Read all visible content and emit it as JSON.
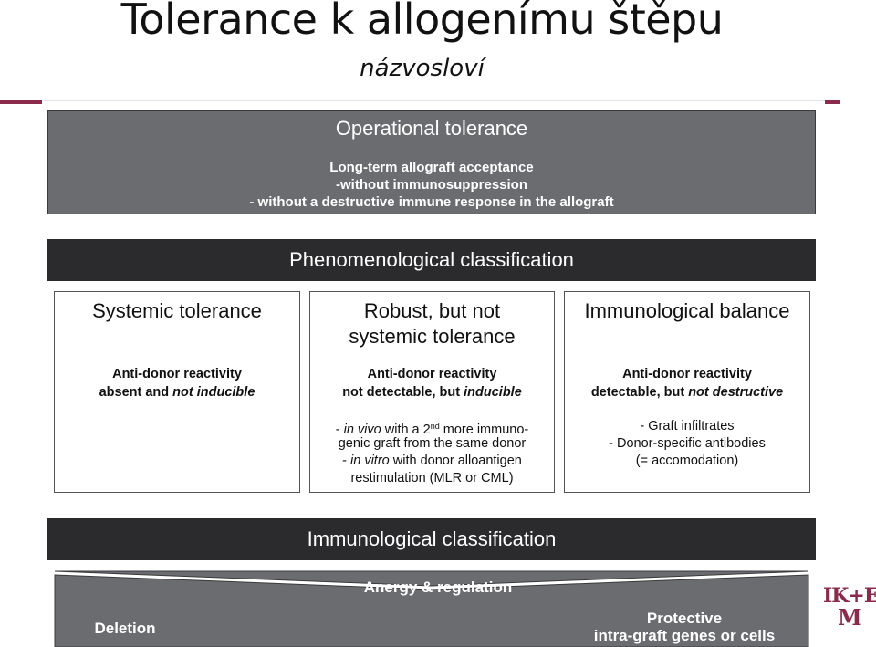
{
  "slide": {
    "title": "Tolerance k allogenímu štěpu",
    "subtitle": "názvosloví"
  },
  "operational": {
    "title": "Operational tolerance",
    "lines": [
      "Long-term allograft acceptance",
      "-without immunosuppression",
      "- without a destructive immune response in the allograft"
    ]
  },
  "phenomenological": {
    "header": "Phenomenological classification",
    "systemic": {
      "title": "Systemic tolerance",
      "bold1": "Anti-donor reactivity",
      "bold2_a": "absent and ",
      "bold2_b": "not inducible"
    },
    "robust": {
      "title_1": "Robust, but not",
      "title_2": "systemic tolerance",
      "bold1": "Anti-donor reactivity",
      "bold2_a": "not detectable, but ",
      "bold2_b": "inducible",
      "l1_a": "- ",
      "l1_b": "in vivo",
      "l1_c": " with a 2",
      "l1_sup": "nd",
      "l1_d": " more immuno-",
      "l2": "genic graft from the same donor",
      "l3_a": "- ",
      "l3_b": "in vitro",
      "l3_c": " with donor alloantigen",
      "l4": "restimulation (MLR or CML)"
    },
    "balance": {
      "title": "Immunological balance",
      "bold1": "Anti-donor reactivity",
      "bold2_a": "detectable, but ",
      "bold2_b": "not destructive",
      "l1": "- Graft infiltrates",
      "l2": "- Donor-specific antibodies",
      "l3": "(= accomodation)"
    }
  },
  "immunological": {
    "header": "Immunological classification",
    "center": "Anergy & regulation",
    "left": "Deletion",
    "right_1": "Protective",
    "right_2": "intra-graft genes or cells"
  },
  "logo": {
    "top": "IK+E",
    "bottom": "M"
  },
  "colors": {
    "accent": "#8b2a4a",
    "panel_gray": "#6b6c70",
    "bar_dark": "#2b2a2c"
  }
}
